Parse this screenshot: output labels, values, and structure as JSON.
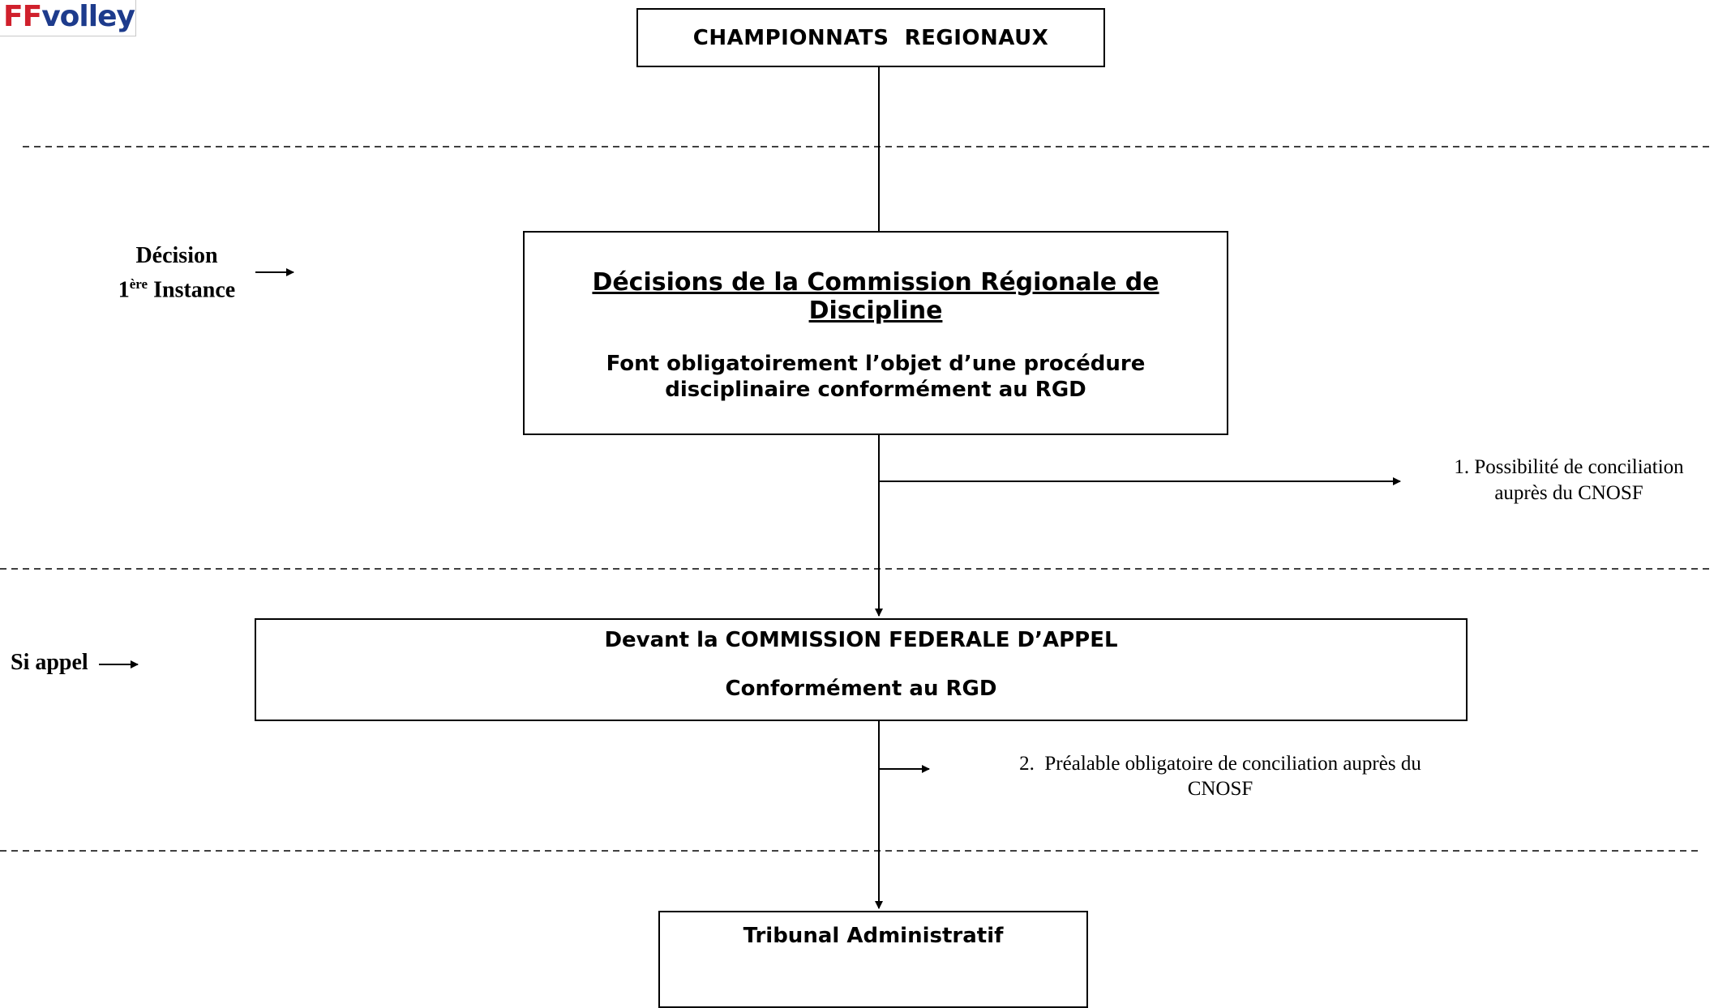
{
  "logo": {
    "ff": "FF",
    "volley": "volley"
  },
  "boxes": {
    "top": "CHAMPIONNATS  REGIONAUX",
    "crd_title": "Décisions de la Commission Régionale de Discipline",
    "crd_sub": "Font obligatoirement l’objet d’une procédure disciplinaire conformément au RGD",
    "cfa_line1": "Devant la COMMISSION FEDERALE D’APPEL",
    "cfa_line2": "Conformément au RGD",
    "ta": "Tribunal Administratif"
  },
  "labels": {
    "decision_line1": "Décision",
    "decision_num": "1",
    "decision_sup": "ère",
    "decision_rest": " Instance",
    "si_appel": "Si appel"
  },
  "notes": {
    "note1": "1. Possibilité de conciliation auprès du CNOSF",
    "note2": "2.  Préalable obligatoire de conciliation auprès du CNOSF"
  }
}
